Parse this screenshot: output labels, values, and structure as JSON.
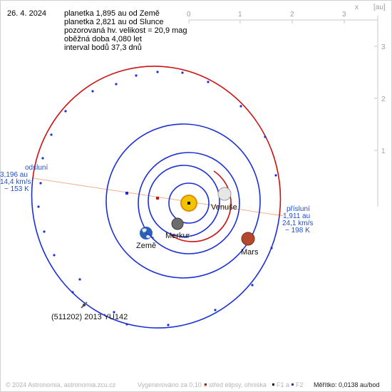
{
  "date": "26. 4. 2024",
  "info_lines": [
    "planetka 1,895 au od Země",
    "planetka 2,821 au od Slunce",
    "pozorovaná hv. velikost = 20,9 mag",
    "oběžná doba 4,080 let",
    "interval bodů 37,3 dnů"
  ],
  "axes": {
    "x_ticks": [
      "0",
      "1",
      "2",
      "3"
    ],
    "y_ticks": [
      "3",
      "2",
      "1"
    ],
    "x_label": "x",
    "unit_label": "[au]"
  },
  "aphelion": {
    "title": "odsluní",
    "distance": "3,196 au",
    "speed": "14,4 km/s",
    "temperature": "~ 153 K"
  },
  "perihelion": {
    "title": "přísluní",
    "distance": "1,911 au",
    "speed": "24,1 km/s",
    "temperature": "~ 198 K"
  },
  "bodies": {
    "venus": "Venuše",
    "mercury": "Merkur",
    "earth": "Země",
    "mars": "Mars",
    "asteroid": "(511202) 2013 YU142"
  },
  "footer": {
    "copyright": "© 2024 Astronomia, astronomia.zcu.cz",
    "generated": "Vygenerováno za 0,10 s",
    "legend_center": "střed elipsy, ohniska",
    "legend_f1": "F1 a",
    "legend_f2": "F2",
    "scale": "Měřítko: 0,0138 au/bod"
  },
  "colors": {
    "orbit_blue": "#1a2fd8",
    "orbit_red": "#cc1111",
    "sun": "#f2c400",
    "apsis_line": "#f4b08a",
    "annotation_blue": "#1f4fd6"
  }
}
